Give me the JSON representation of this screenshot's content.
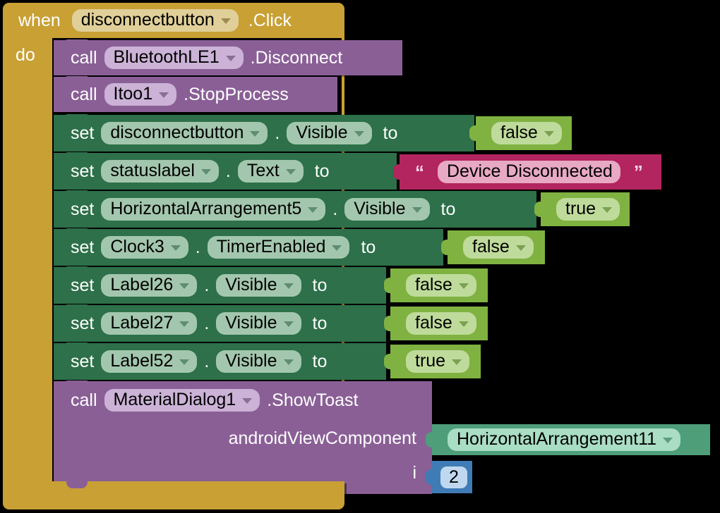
{
  "app": "MIT App Inventor Blocks Editor",
  "colors": {
    "event_gold": "#c8a034",
    "event_field": "#e0cf98",
    "call_purple": "#8a5f96",
    "call_field": "#cbb2d6",
    "set_green": "#2d7049",
    "set_field": "#a3c7ae",
    "logic_green": "#7fb241",
    "logic_field": "#bfdb9b",
    "text_crimson": "#b3255f",
    "text_field": "#e7a9c3",
    "component_green": "#4e9e7a",
    "component_field": "#a9ddc4",
    "number_blue": "#3f7cb5",
    "number_field": "#bfd8ef",
    "canvas": "#000000"
  },
  "event": {
    "keyword": "when",
    "component": "disconnectbutton",
    "event_name": ".Click",
    "do_label": "do"
  },
  "statements": [
    {
      "kind": "call",
      "keyword": "call",
      "component": "BluetoothLE1",
      "method": ".Disconnect"
    },
    {
      "kind": "call",
      "keyword": "call",
      "component": "Itoo1",
      "method": ".StopProcess"
    },
    {
      "kind": "set",
      "keyword": "set",
      "component": "disconnectbutton",
      "dot": ".",
      "property": "Visible",
      "to": "to",
      "value": {
        "type": "logic",
        "text": "false"
      }
    },
    {
      "kind": "set",
      "keyword": "set",
      "component": "statuslabel",
      "dot": ".",
      "property": "Text",
      "to": "to",
      "value": {
        "type": "text",
        "open_quote": "“",
        "text": "Device Disconnected",
        "close_quote": "”"
      }
    },
    {
      "kind": "set",
      "keyword": "set",
      "component": "HorizontalArrangement5",
      "dot": ".",
      "property": "Visible",
      "to": "to",
      "value": {
        "type": "logic",
        "text": "true"
      }
    },
    {
      "kind": "set",
      "keyword": "set",
      "component": "Clock3",
      "dot": ".",
      "property": "TimerEnabled",
      "to": "to",
      "value": {
        "type": "logic",
        "text": "false"
      }
    },
    {
      "kind": "set",
      "keyword": "set",
      "component": "Label26",
      "dot": ".",
      "property": "Visible",
      "to": "to",
      "value": {
        "type": "logic",
        "text": "false"
      }
    },
    {
      "kind": "set",
      "keyword": "set",
      "component": "Label27",
      "dot": ".",
      "property": "Visible",
      "to": "to",
      "value": {
        "type": "logic",
        "text": "false"
      }
    },
    {
      "kind": "set",
      "keyword": "set",
      "component": "Label52",
      "dot": ".",
      "property": "Visible",
      "to": "to",
      "value": {
        "type": "logic",
        "text": "true"
      }
    },
    {
      "kind": "call-with-args",
      "keyword": "call",
      "component": "MaterialDialog1",
      "method": ".ShowToast",
      "args": [
        {
          "name": "androidViewComponent",
          "value": {
            "type": "component",
            "text": "HorizontalArrangement11"
          }
        },
        {
          "name": "i",
          "value": {
            "type": "number",
            "text": "2"
          }
        }
      ]
    }
  ]
}
